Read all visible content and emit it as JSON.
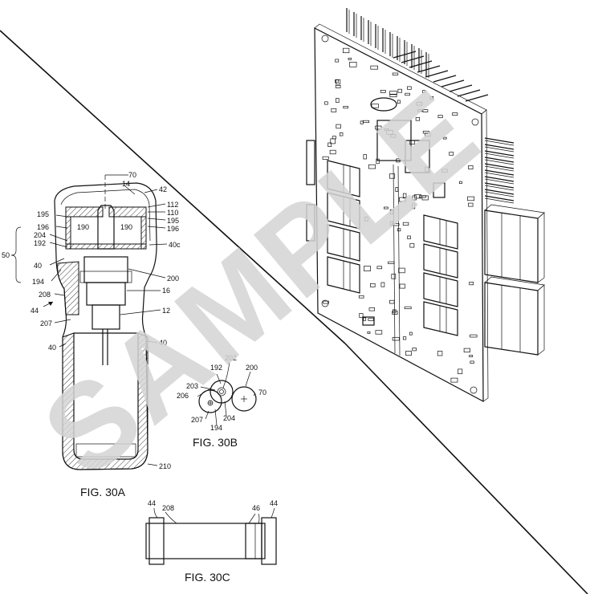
{
  "watermark": "SAMPLE",
  "figures": {
    "fig30a": "FIG. 30A",
    "fig30b": "FIG. 30B",
    "fig30c": "FIG. 30C"
  },
  "fig30a_refs": {
    "r70": "70",
    "r14": "14",
    "r42": "42",
    "r112": "112",
    "r110": "110",
    "r195a": "195",
    "r195b": "195",
    "r196a": "196",
    "r196b": "196",
    "r190a": "190",
    "r190b": "190",
    "r204": "204",
    "r192": "192",
    "r40c": "40c",
    "r50": "50",
    "r40a": "40",
    "r194": "194",
    "r200": "200",
    "r208": "208",
    "r16": "16",
    "r44": "44",
    "r12": "12",
    "r207": "207",
    "r40b": "40",
    "r40d": "40",
    "r210": "210"
  },
  "fig30b_refs": {
    "r202": "202",
    "r192": "192",
    "r200": "200",
    "r203": "203",
    "r206": "206",
    "r70": "70",
    "r207": "207",
    "r204": "204",
    "r194": "194"
  },
  "fig30c_refs": {
    "r44a": "44",
    "r208": "208",
    "r46": "46",
    "r44b": "44"
  }
}
